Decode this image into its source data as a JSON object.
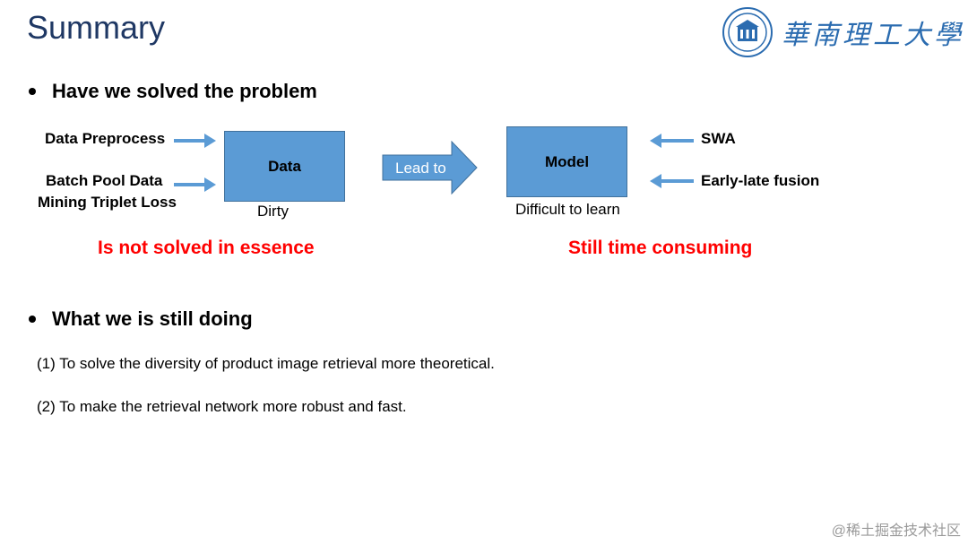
{
  "title": "Summary",
  "logo": {
    "text": "華南理工大學",
    "seal_text": ""
  },
  "bullets": {
    "first": "Have we solved the problem",
    "second": "What we is still  doing"
  },
  "diagram": {
    "inputs_left": [
      "Data Preprocess",
      "Batch Pool Data",
      "Mining Triplet Loss"
    ],
    "data_box": "Data",
    "data_caption": "Dirty",
    "lead_to": "Lead to",
    "model_box": "Model",
    "model_caption": "Difficult to learn",
    "inputs_right": [
      "SWA",
      "Early-late fusion"
    ],
    "left_conclusion": "Is not solved in essence",
    "right_conclusion": "Still time consuming"
  },
  "items": [
    "(1)  To solve the diversity of product image retrieval more theoretical.",
    "(2) To make the retrieval network more robust and fast."
  ],
  "watermark": "@稀土掘金技术社区",
  "colors": {
    "title": "#1f3864",
    "box_fill": "#5b9bd5",
    "arrow": "#5b9bd5",
    "conclusion": "#ff0000"
  }
}
